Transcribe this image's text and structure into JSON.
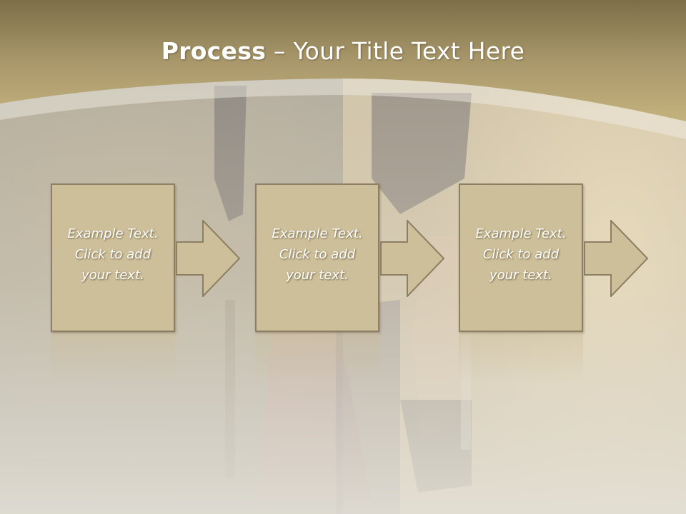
{
  "slide": {
    "title_bold": "Process",
    "title_rest": " – Your Title Text Here",
    "steps": [
      {
        "lines": [
          "Example Text.",
          "Click  to add",
          "your text."
        ]
      },
      {
        "lines": [
          "Example Text.",
          "Click  to add",
          "your text."
        ]
      },
      {
        "lines": [
          "Example Text.",
          "Click  to add",
          "your text."
        ]
      }
    ]
  },
  "colors": {
    "header_band": "#a8976a",
    "box_fill": "#cdbf99",
    "box_border": "#8c7f63",
    "text": "#ffffff"
  },
  "icons": [
    "right-arrow-icon"
  ]
}
